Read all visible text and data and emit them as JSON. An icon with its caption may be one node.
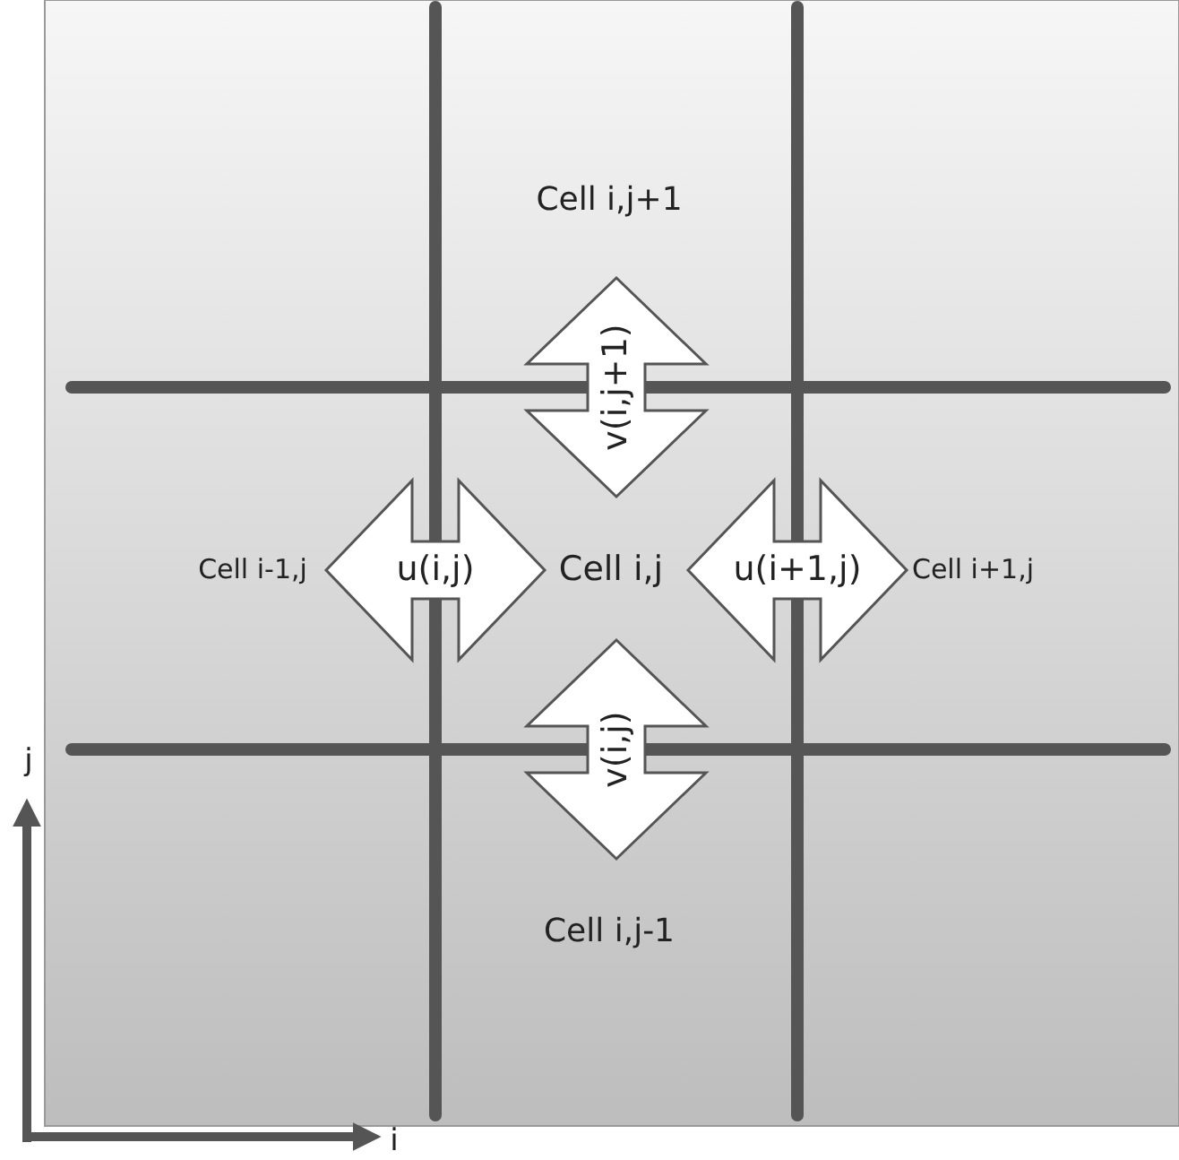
{
  "diagram": {
    "nodes": [
      {
        "text": [
          "v(i,j+1)"
        ]
      },
      {
        "text": [
          "u(i,j)"
        ]
      },
      {
        "text": [
          "u(i+1,j)"
        ]
      },
      {
        "text": [
          "v(i,j)"
        ]
      }
    ],
    "labels": [
      "Cell i,j+1",
      "Cell i-1,j",
      "Cell i,j",
      "Cell i+1,j",
      "Cell i,j-1",
      "j",
      "i"
    ]
  }
}
